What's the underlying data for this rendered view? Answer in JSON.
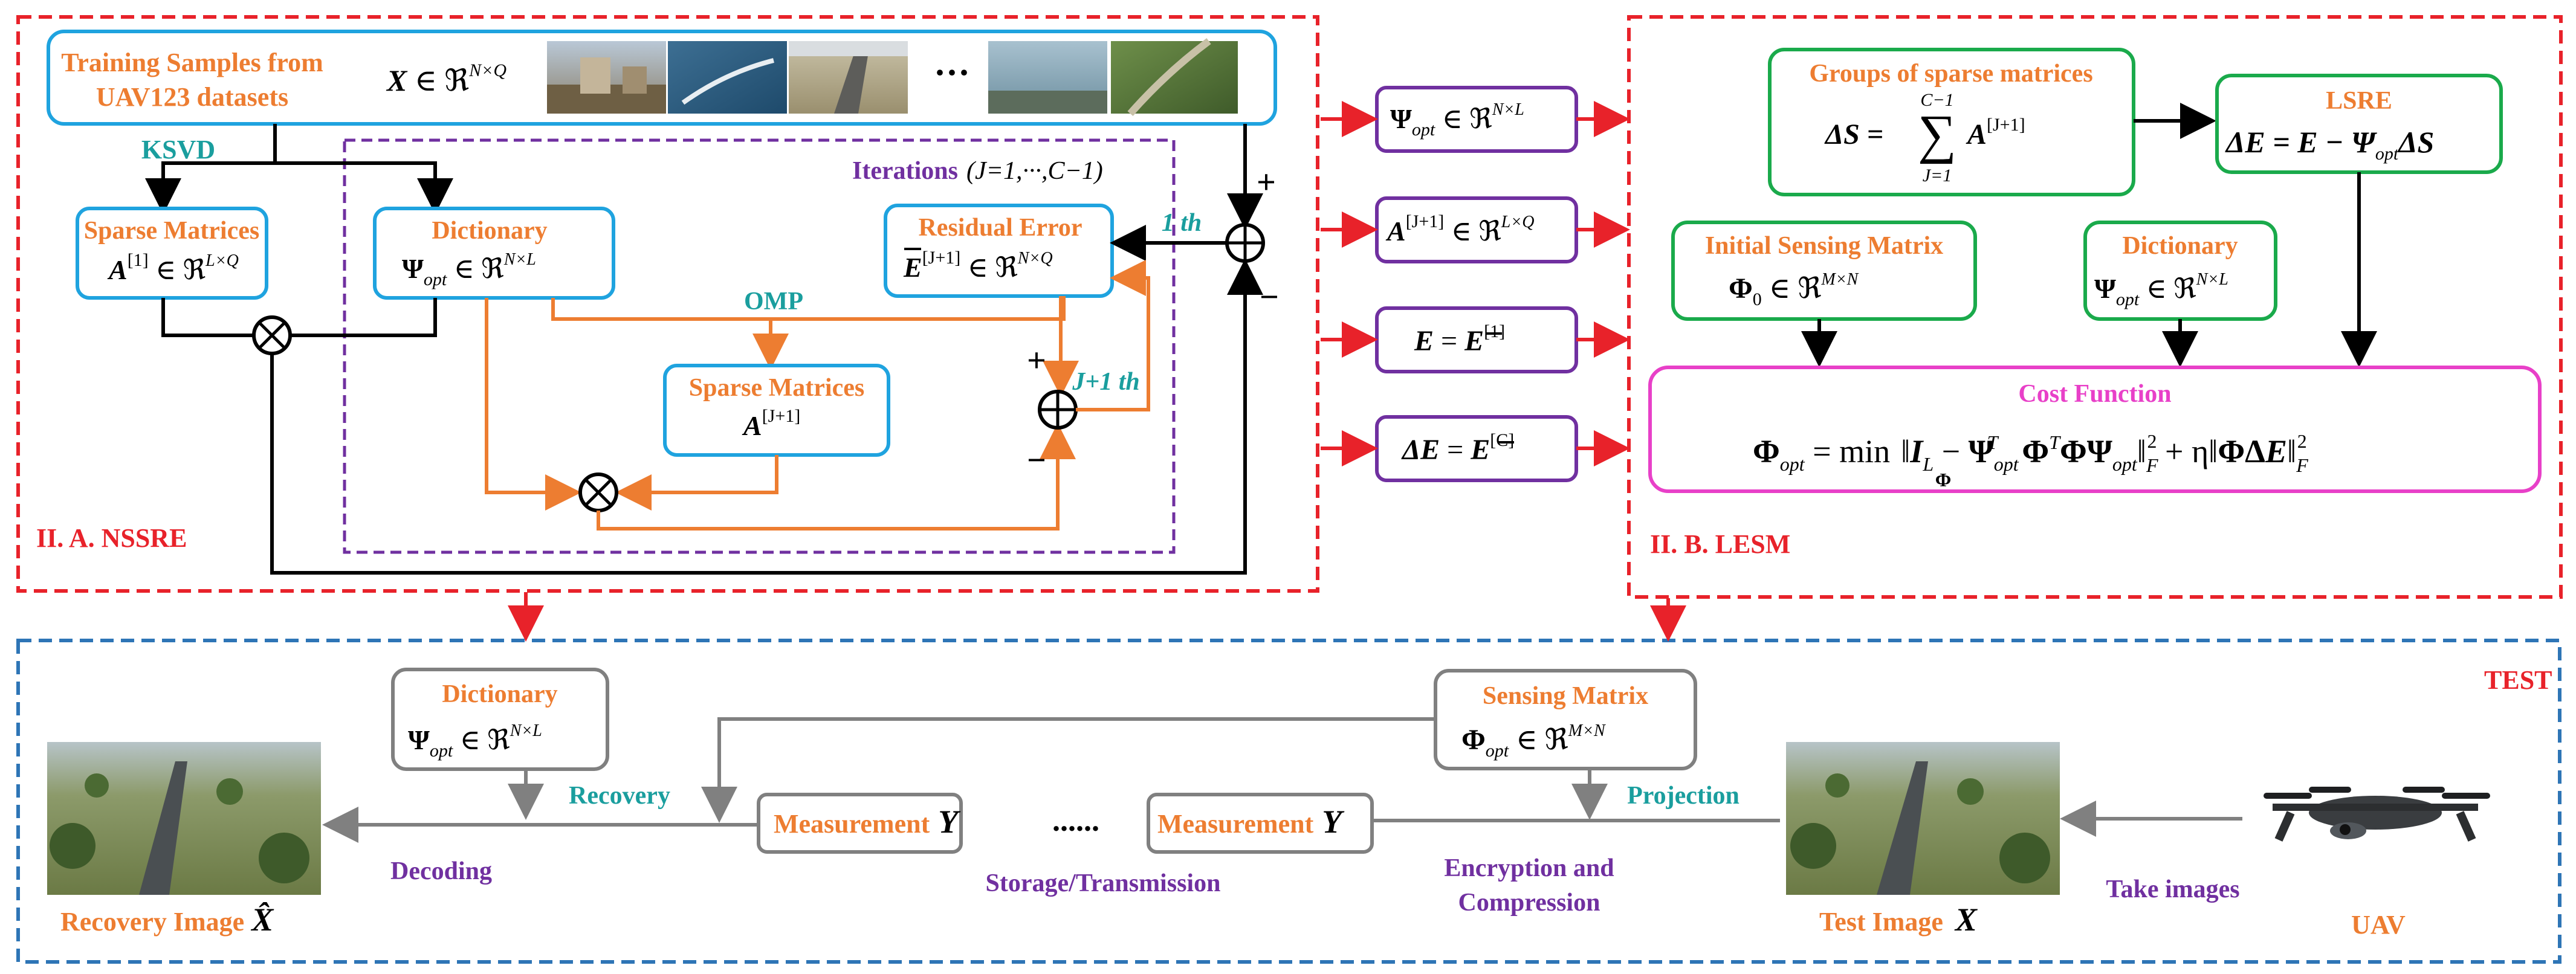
{
  "colors": {
    "section_border": "#E8222A",
    "test_border": "#2E75B6",
    "iteration_border": "#7030A0",
    "nssre_box": "#1FA3DF",
    "lesm_box": "#1AAA4B",
    "cost_box": "#E840C8",
    "test_box": "#808080",
    "param_box": "#7030A0",
    "orange_text": "#ED7D31",
    "purple_text": "#7030A0",
    "teal_text": "#1A9E9E",
    "red_text": "#E8222A",
    "orange_arrow": "#ED7D31"
  },
  "nssre": {
    "section_label": "II. A. NSSRE",
    "training": {
      "title_line1": "Training Samples from",
      "title_line2": "UAV123 datasets",
      "formula_var": "X",
      "formula_rel": " ∈ ℜ",
      "formula_sup": "N×Q",
      "ellipsis": "···"
    },
    "ksvd": "KSVD",
    "iterations": {
      "label": "Iterations",
      "range": "(J=1,···,C−1)"
    },
    "sparse_init": {
      "title": "Sparse Matrices",
      "var": "A",
      "sup": "[1]",
      "rel": " ∈ ℜ",
      "dim": "L×Q"
    },
    "dictionary": {
      "title": "Dictionary",
      "var": "Ψ",
      "sub": "opt",
      "rel": " ∈ ℜ",
      "dim": "N×L"
    },
    "residual": {
      "title": "Residual Error",
      "var": "E",
      "sup": "[J+1]",
      "rel": " ∈ ℜ",
      "dim": "N×Q"
    },
    "omp": "OMP",
    "sparse_iter": {
      "title": "Sparse Matrices",
      "var": "A",
      "sup": "[J+1]"
    },
    "first_th": "1 th",
    "jth": "J+1 th",
    "plus": "+",
    "minus": "−"
  },
  "params": [
    {
      "var": "Ψ",
      "sub": "opt",
      "rel": " ∈ ℜ",
      "dim": "N×L"
    },
    {
      "var": "A",
      "sup": "[J+1]",
      "rel": " ∈ ℜ",
      "dim": "L×Q"
    },
    {
      "lhs": "E",
      "eq": " = ",
      "rhs": "E",
      "sup": "[1]"
    },
    {
      "lhs": "ΔE",
      "eq": " = ",
      "rhs": "E",
      "sup": "[C]"
    }
  ],
  "lesm": {
    "section_label": "II. B. LESM",
    "groups": {
      "title": "Groups of sparse matrices",
      "lhs": "ΔS = ",
      "sum_top": "C−1",
      "sum_bot": "J=1",
      "term": "A",
      "sup": "[J+1]"
    },
    "lsre": {
      "title": "LSRE",
      "formula": "ΔE = E − Ψ",
      "sub": "opt",
      "tail": "ΔS"
    },
    "initial": {
      "title": "Initial Sensing Matrix",
      "var": "Φ",
      "sub": "0",
      "rel": " ∈ ℜ",
      "dim": "M×N"
    },
    "dictionary": {
      "title": "Dictionary",
      "var": "Ψ",
      "sub": "opt",
      "rel": " ∈ ℜ",
      "dim": "N×L"
    },
    "cost": {
      "title": "Cost Function",
      "formula": "Φopt = min ‖IL − ΨoptᵀΦᵀΦΨopt‖F² + η‖ΦΔE‖F²",
      "min_sub": "Φ"
    }
  },
  "test": {
    "section_label": "TEST",
    "dictionary": {
      "title": "Dictionary",
      "var": "Ψ",
      "sub": "opt",
      "rel": " ∈ ℜ",
      "dim": "N×L"
    },
    "sensing": {
      "title": "Sensing Matrix",
      "var": "Φ",
      "sub": "opt",
      "rel": " ∈ ℜ",
      "dim": "M×N"
    },
    "measurement_label": "Measurement",
    "measurement_var": "Y",
    "dots": "......",
    "recovery": "Recovery",
    "projection": "Projection",
    "decoding": "Decoding",
    "storage": "Storage/Transmission",
    "encryption_line1": "Encryption and",
    "encryption_line2": "Compression",
    "take_images": "Take images",
    "uav": "UAV",
    "recovery_image": "Recovery Image",
    "recovery_var": "X̂",
    "test_image": "Test Image",
    "test_var": "X"
  }
}
